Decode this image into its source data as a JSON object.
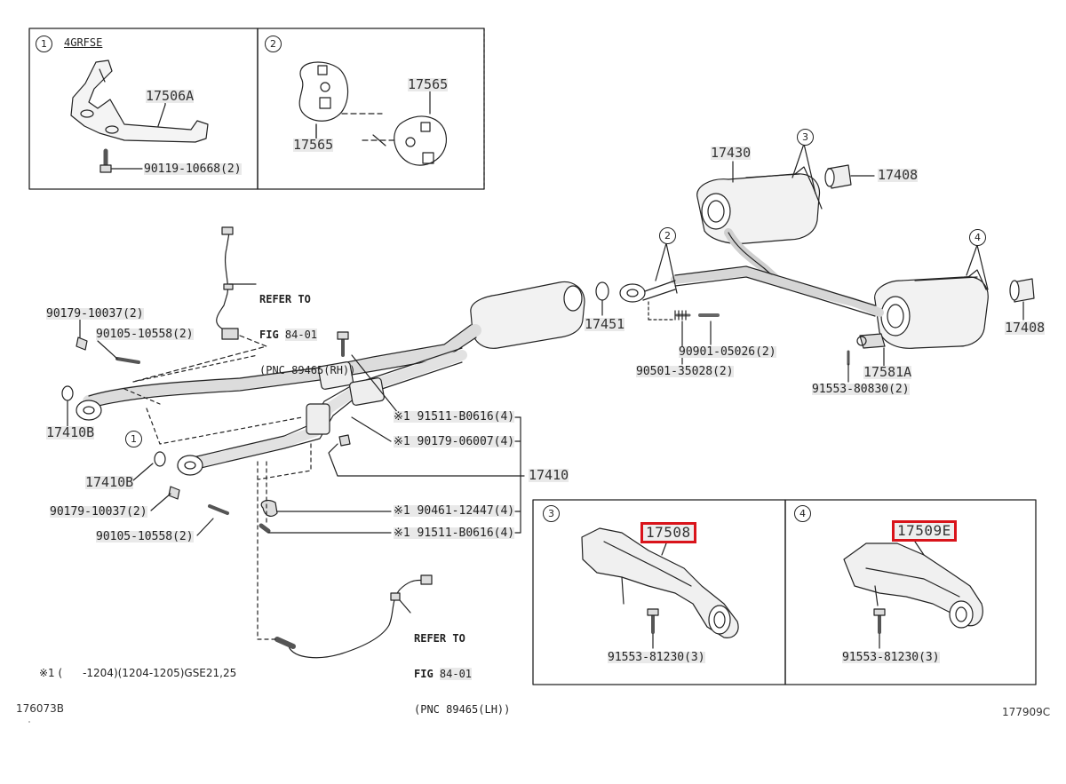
{
  "inset1": {
    "number": "1",
    "engine": "4GRFSE",
    "part_a": "17506A",
    "bolt": "90119-10668(2)"
  },
  "inset2": {
    "number": "2",
    "part_left": "17565",
    "part_right": "17565"
  },
  "inset3": {
    "number": "3",
    "part": "17508",
    "bolt": "91553-81230(3)"
  },
  "inset4": {
    "number": "4",
    "part": "17509E",
    "bolt": "91553-81230(3)"
  },
  "callouts": {
    "c1": "1",
    "c2": "2",
    "c3": "3",
    "c4": "4"
  },
  "labels": {
    "muffler_front": "17430",
    "cover_right_top": "17408",
    "cover_right_bottom": "17408",
    "gasket_center": "17451",
    "spring_bolt": "90901-05026(2)",
    "spring": "90501-35028(2)",
    "sensor_bracket": "17581A",
    "sensor_bolt": "91553-80830(2)",
    "nut_top_left": "90179-10037(2)",
    "bolt_top_left": "90105-10558(2)",
    "gasket_left_upper": "17410B",
    "gasket_left_lower": "17410B",
    "nut_bottom_left": "90179-10037(2)",
    "bolt_bottom_left": "90105-10558(2)",
    "pipe_assy": "17410",
    "ref_a": "※1 91511-B0616(4)",
    "ref_b": "※1 90179-06007(4)",
    "ref_c": "※1 90461-12447(4)",
    "ref_d": "※1 91511-B0616(4)"
  },
  "refer_rh": {
    "title": "REFER TO",
    "fig_prefix": "FIG ",
    "fig": "84-01",
    "pnc": "(PNC 89465(RH))"
  },
  "refer_lh": {
    "title": "REFER TO",
    "fig_prefix": "FIG ",
    "fig": "84-01",
    "pnc": "(PNC 89465(LH))"
  },
  "footnote": "※1 (      -1204)(1204-1205)GSE21,25",
  "codes": {
    "left": "176073B",
    "right": "177909C"
  }
}
